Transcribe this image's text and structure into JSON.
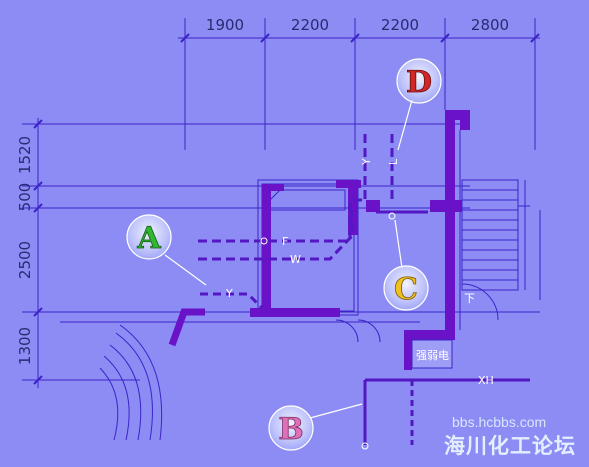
{
  "dimensions": {
    "top": [
      "1900",
      "2200",
      "2200",
      "2800"
    ],
    "left": [
      "1520",
      "500",
      "2500",
      "1300"
    ]
  },
  "pipe_labels": {
    "f": "F",
    "w": "W",
    "y_lower": "Y",
    "y_upper": "Y",
    "l": "L",
    "xh": "XH",
    "down": "下",
    "panel": "强弱电"
  },
  "callouts": {
    "a": "A",
    "b": "B",
    "c": "C",
    "d": "D"
  },
  "colors": {
    "background": "#8c8cf4",
    "lines": "#3b24c8",
    "walls": "#6a12c8",
    "pipes": "#5318c4",
    "a": "#30b830",
    "b": "#e070b8",
    "c": "#f0c020",
    "d": "#d02828"
  },
  "watermark": {
    "url": "bbs.hcbbs.com",
    "site": "海川化工论坛"
  }
}
